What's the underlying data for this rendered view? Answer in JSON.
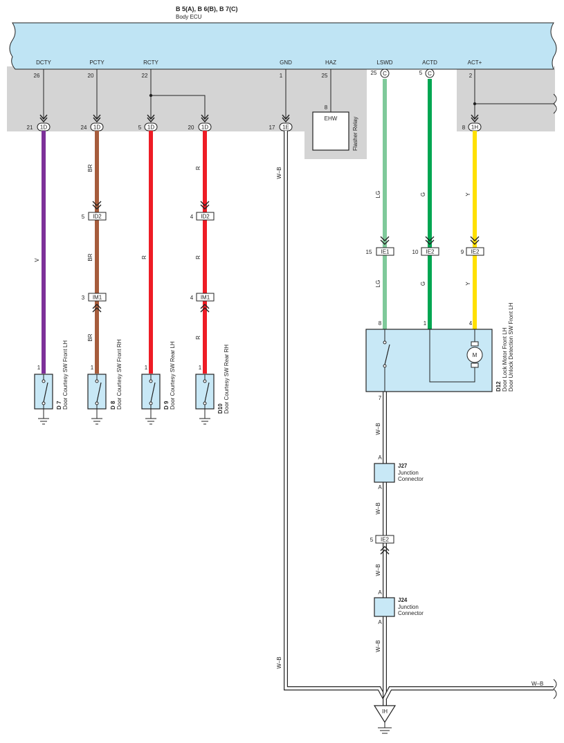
{
  "ecu": {
    "code": "B 5(A), B 6(B), B 7(C)",
    "name": "Body ECU",
    "pins": [
      {
        "label": "DCTY",
        "num": "26"
      },
      {
        "label": "PCTY",
        "num": "20"
      },
      {
        "label": "RCTY",
        "num": "22"
      },
      {
        "label": "GND",
        "num": "1"
      },
      {
        "label": "HAZ",
        "num": "25"
      },
      {
        "label": "LSWD",
        "num": "25",
        "conn": "C"
      },
      {
        "label": "ACTD",
        "num": "5",
        "conn": "C"
      },
      {
        "label": "ACT+",
        "num": "2"
      }
    ]
  },
  "relay": {
    "pin": "8",
    "label": "EHW",
    "name": "Flasher Relay"
  },
  "junctions": [
    {
      "pin": "21",
      "code": "1D"
    },
    {
      "pin": "24",
      "code": "1D"
    },
    {
      "pin": "5",
      "code": "1D"
    },
    {
      "pin": "20",
      "code": "1D"
    },
    {
      "pin": "17",
      "code": "1E"
    },
    {
      "pin": "8",
      "code": "1H"
    }
  ],
  "connectors": [
    {
      "pin": "5",
      "code": "ID2"
    },
    {
      "pin": "4",
      "code": "ID2"
    },
    {
      "pin": "3",
      "code": "IM1"
    },
    {
      "pin": "4",
      "code": "IM1"
    },
    {
      "pin": "15",
      "code": "IE1"
    },
    {
      "pin": "10",
      "code": "IE2"
    },
    {
      "pin": "9",
      "code": "IE2"
    },
    {
      "pin": "5",
      "code": "IE2"
    }
  ],
  "wire_colors": {
    "v": "V",
    "br": "BR",
    "r": "R",
    "wb": "W–B",
    "lg": "LG",
    "g": "G",
    "y": "Y"
  },
  "switches": [
    {
      "pin": "1",
      "code": "D 7",
      "name": "Door Courtesy SW Front LH"
    },
    {
      "pin": "1",
      "code": "D 8",
      "name": "Door Courtesy SW Front RH"
    },
    {
      "pin": "1",
      "code": "D 9",
      "name": "Door Courtesy SW Rear LH"
    },
    {
      "pin": "1",
      "code": "D10",
      "name": "Door Courtesy SW Rear RH"
    }
  ],
  "lock_motor": {
    "code": "D12",
    "name1": "Door Lock Motor Front LH",
    "name2": "Door Unlock Detection SW Front LH",
    "pins": [
      "8",
      "1",
      "4",
      "7"
    ],
    "motor": "M"
  },
  "junction_connectors": [
    {
      "code": "J27",
      "name1": "Junction",
      "name2": "Connector",
      "pin_top": "A",
      "pin_bottom": "A"
    },
    {
      "code": "J24",
      "name1": "Junction",
      "name2": "Connector",
      "pin_top": "A",
      "pin_bottom": "A"
    }
  ],
  "ground": {
    "code": "IH"
  },
  "colors": {
    "ecu_body": "#bfe4f4",
    "panel": "#d4d4d4",
    "violet": "#7d3199",
    "brown": "#a65c3c",
    "red": "#ee1c25",
    "light_green": "#7fc99a",
    "green": "#00a651",
    "yellow": "#ffe000",
    "component": "#c8e8f6"
  }
}
